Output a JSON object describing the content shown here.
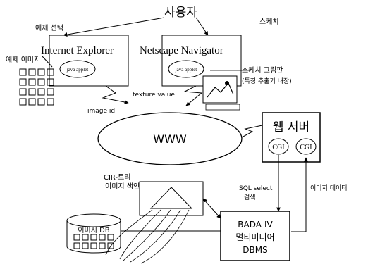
{
  "diagram": {
    "user_label": "사용자",
    "example_select_label": "예제 선택",
    "sketch_label": "스케치",
    "ie_title": "Internet Explorer",
    "ie_applet_label": "java applet",
    "ns_title": "Netscape Navigator",
    "ns_applet_label": "java applet",
    "example_image_label": "예제 이미지",
    "sketch_shape_label": "스케치 그림판",
    "feature_extractor_label": "(특징 추출기 내장)",
    "texture_value_label": "texture value",
    "image_id_label": "image id",
    "www_label": "WWW",
    "web_server_label": "웹 서버",
    "cgi_left_label": "CGI",
    "cgi_right_label": "CGI",
    "cir_tree_label": "CIR-트리",
    "index_search_label": "이미지 색인",
    "image_db_label": "이미지 DB",
    "sql_select_label": "SQL select",
    "search_label": "검색",
    "image_data_label": "이미지 데이터",
    "dbms_line1": "BADA-IV",
    "dbms_line2": "멀티미디어",
    "dbms_line3": "DBMS"
  },
  "colors": {
    "ink": "#000000",
    "background": "#ffffff"
  }
}
